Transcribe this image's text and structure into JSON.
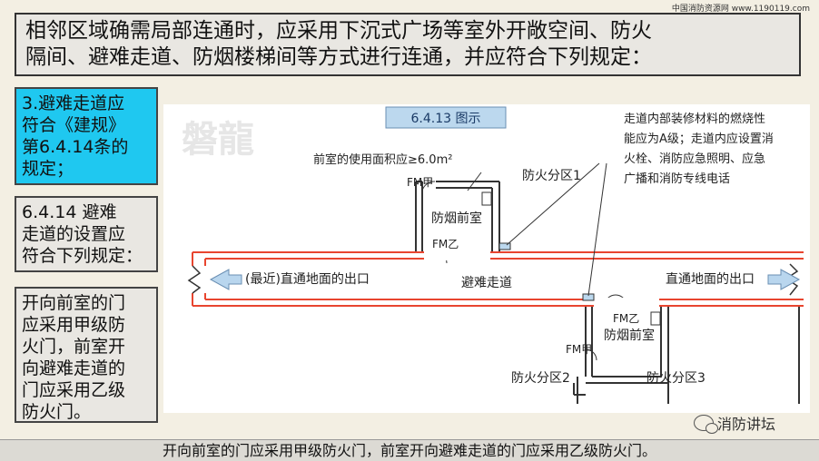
{
  "watermark": "中国消防资源网 www.1190119.com",
  "header": {
    "line1": "相邻区域确需局部连通时，应采用下沉式广场等室外开敞空间、防火",
    "line2": "隔间、避难走道、防烟楼梯间等方式进行连通，并应符合下列规定："
  },
  "side": {
    "box1": [
      "3.避难走道应",
      "符合《建规》",
      "第6.4.14条的",
      "规定；"
    ],
    "box2": [
      "6.4.14 避难",
      "走道的设置应",
      "符合下列规定："
    ],
    "box3": [
      "开向前室的门",
      "应采用甲级防",
      "火门，前室开",
      "向避难走道的",
      "门应采用乙级",
      "防火门。"
    ]
  },
  "diagram": {
    "title": "6.4.13 图示",
    "note_area": "前室的使用面积应≥6.0m²",
    "note_materials": [
      "走道内部装修材料的燃烧性",
      "能应为A级；走道内应设置消",
      "火栓、消防应急照明、应急",
      "广播和消防专线电话"
    ],
    "zone1": "防火分区1",
    "zone2": "防火分区2",
    "zone3": "防火分区3",
    "fm_a": "FM甲",
    "fm_b": "FM乙",
    "anteroom": "防烟前室",
    "corridor": "避难走道",
    "exit_left": "(最近)直通地面的出口",
    "exit_right": "直通地面的出口",
    "bg_logo": "磐龍"
  },
  "logo_text": "消防讲坛",
  "footer": "开向前室的门应采用甲级防火门，前室开向避难走道的门应采用乙级防火门。",
  "colors": {
    "corridor": "#e8452f",
    "accent_box": "#1fc8f0",
    "arrow": "#b9d6ee"
  }
}
